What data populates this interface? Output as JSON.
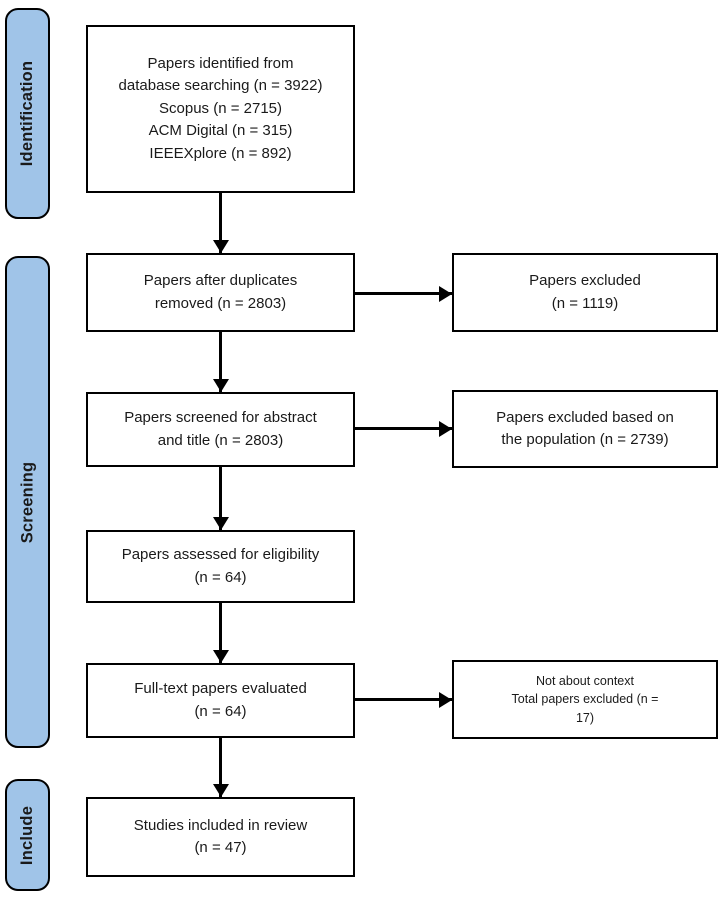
{
  "colors": {
    "rail_fill": "#a0c4e8",
    "line_color": "#000000",
    "text_color": "#1a1a1a",
    "background": "#ffffff"
  },
  "stages": [
    {
      "label": "Identification"
    },
    {
      "label": "Screening"
    },
    {
      "label": "Include"
    }
  ],
  "flow": {
    "identified": {
      "lines": [
        "Papers identified from",
        "database searching (n = 3922)",
        "Scopus (n = 2715)",
        "ACM Digital (n = 315)",
        "IEEEXplore (n = 892)"
      ]
    },
    "duplicates_removed": {
      "lines": [
        "Papers after duplicates",
        "removed (n = 2803)"
      ]
    },
    "screened": {
      "lines": [
        "Papers screened for abstract",
        "and title (n = 2803)"
      ]
    },
    "eligibility": {
      "lines": [
        "Papers assessed for eligibility",
        "(n = 64)"
      ]
    },
    "full_text": {
      "lines": [
        "Full-text papers evaluated",
        "(n = 64)"
      ]
    },
    "included": {
      "lines": [
        "Studies included in review",
        "(n = 47)"
      ]
    }
  },
  "exclusions": {
    "after_duplicates": {
      "lines": [
        "Papers excluded",
        "(n = 1119)"
      ]
    },
    "population": {
      "lines": [
        "Papers excluded based on",
        "the population (n = 2739)"
      ]
    },
    "context": {
      "lines": [
        "Not about context",
        "Total papers excluded (n =",
        "17)"
      ]
    }
  }
}
